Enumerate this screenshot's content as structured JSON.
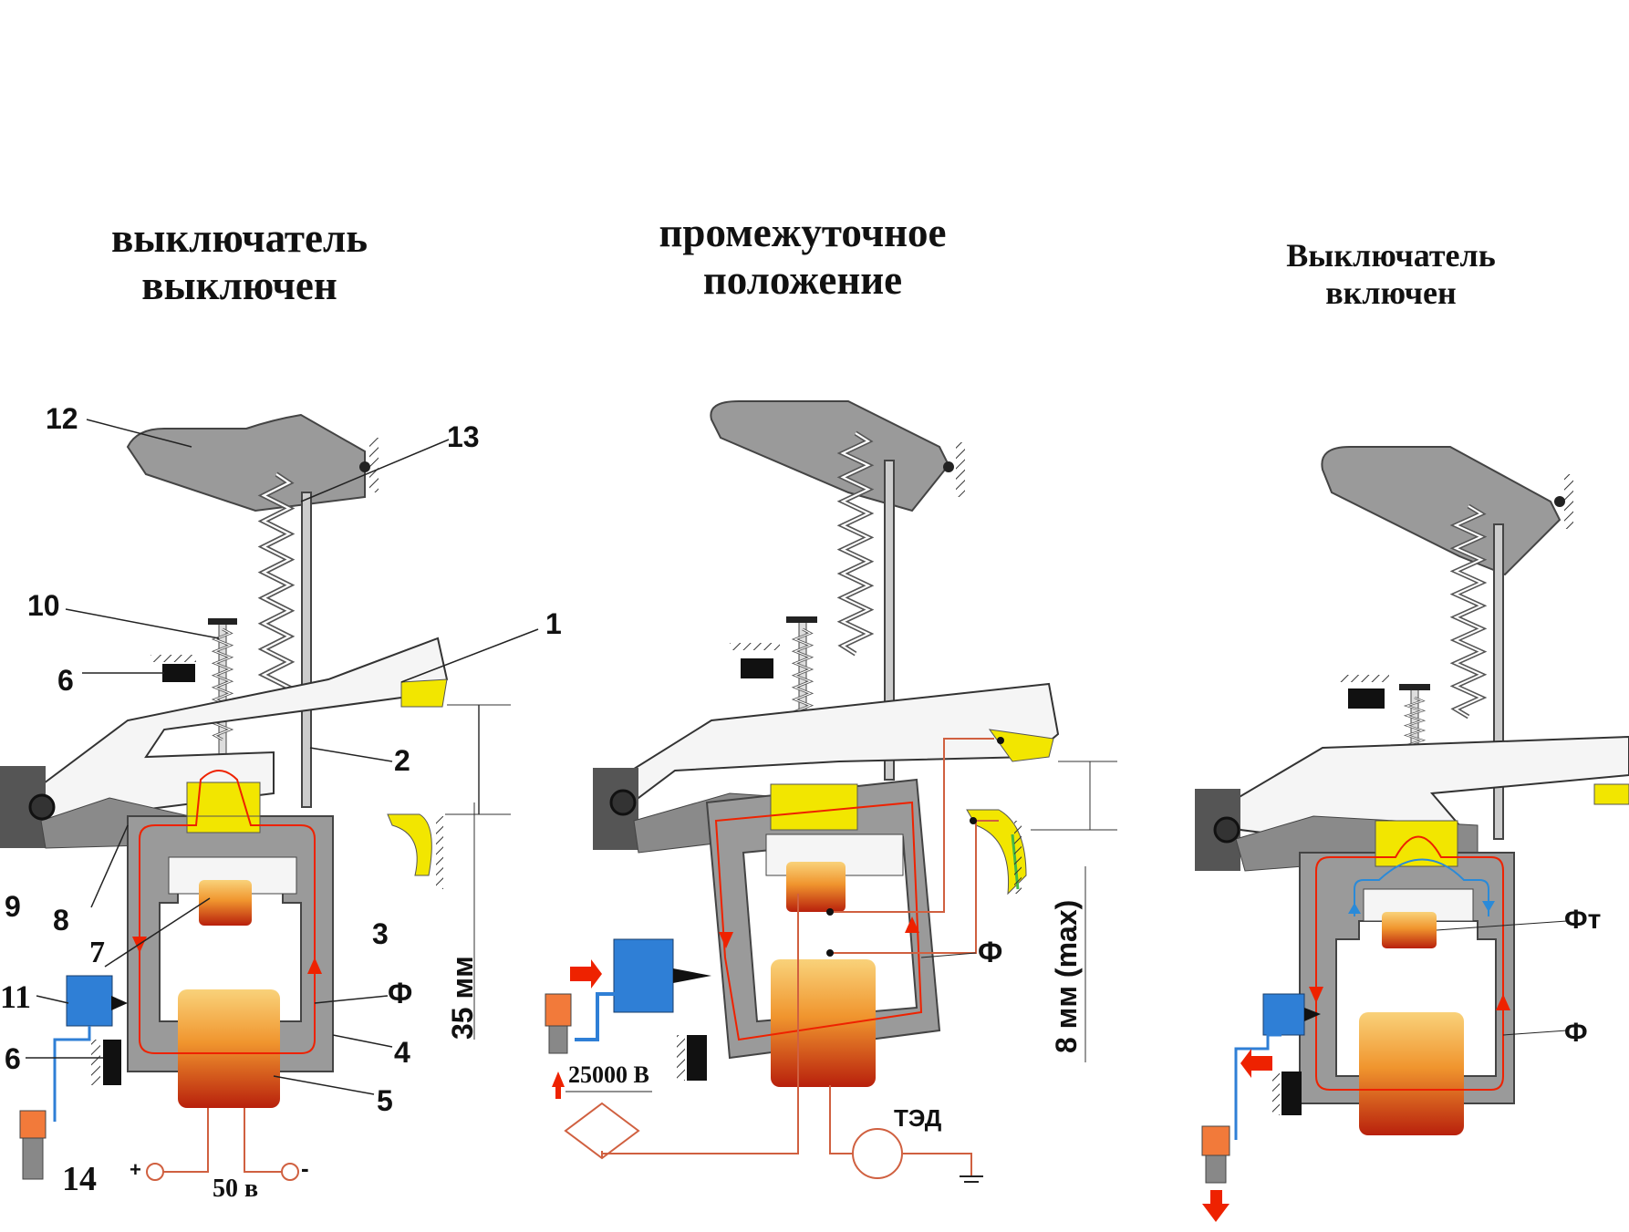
{
  "titles": {
    "off": "выключатель\nвыключен",
    "mid": "промежуточное\nположение",
    "on": "Выключатель\nвключен"
  },
  "labels": {
    "n1": "1",
    "n2": "2",
    "n3": "3",
    "n4": "4",
    "n5": "5",
    "n6a": "6",
    "n6b": "6",
    "n7": "7",
    "n8": "8",
    "n9": "9",
    "n10": "10",
    "n11": "11",
    "n12": "12",
    "n13": "13",
    "n14": "14",
    "phi1": "Ф",
    "phi2": "Ф",
    "phi3": "Ф",
    "phiT": "Фт",
    "gap35": "35 мм",
    "gap8": "8 мм (max)",
    "v50": "50 в",
    "plus": "+",
    "minus": "-",
    "v25000": "25000 В",
    "motor": "ТЭД"
  },
  "colors": {
    "body": "#9a9a9a",
    "bodyStroke": "#4a4a4a",
    "plate": "#a6a6a6",
    "contact": "#f2e600",
    "fluxRed": "#ee2200",
    "fluxBlue": "#2a8ad8",
    "coilTop": "#f7c36a",
    "coilBottom": "#c02a10",
    "valve": "#2f7fd6",
    "solenoid": "#f27a3a",
    "mount": "#111111"
  }
}
